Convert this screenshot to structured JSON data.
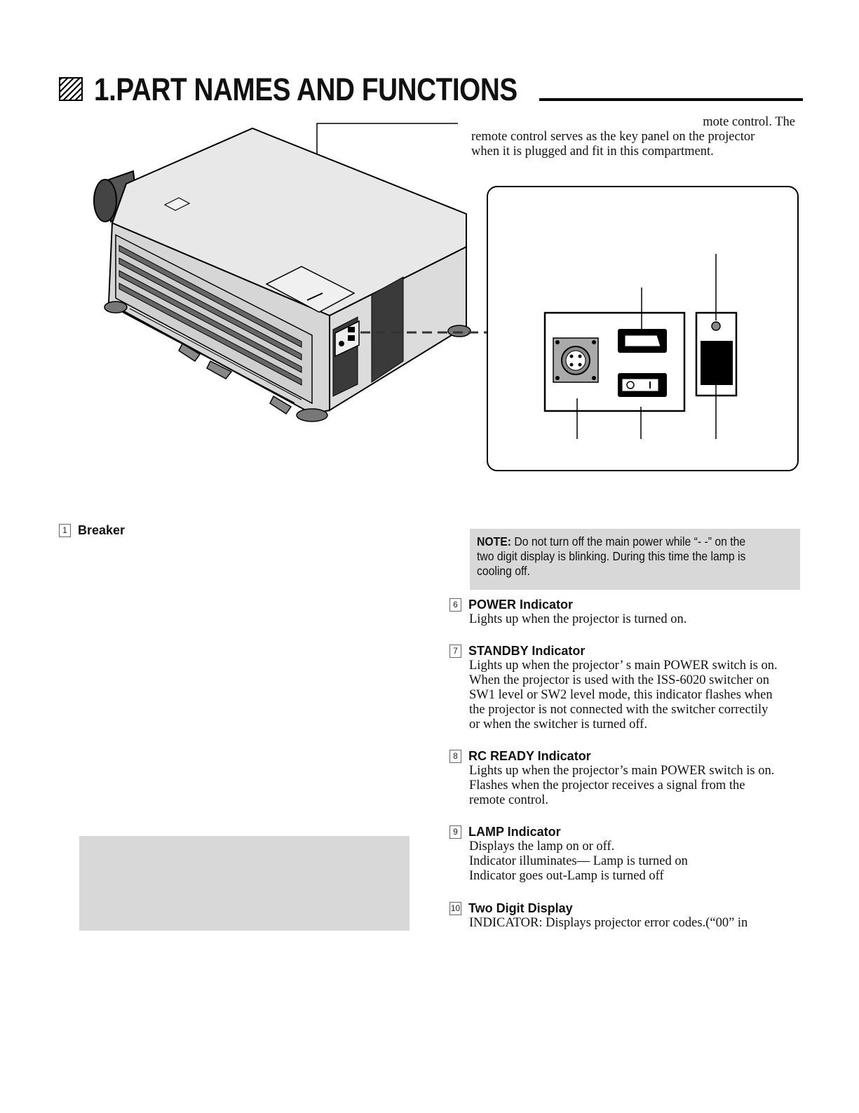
{
  "heading": {
    "title": "1.PART NAMES AND FUNCTIONS"
  },
  "caption": {
    "lines": [
      "mote control. The",
      "remote control serves as the key panel on the projector",
      "when it is plugged and fit in this compartment."
    ]
  },
  "left_items": [
    {
      "num": "1",
      "title": "Breaker"
    }
  ],
  "note": {
    "label": "NOTE:",
    "lines": [
      " Do not turn off the main power while “- -” on the",
      "two digit display is blinking. During this time the lamp is",
      "cooling off."
    ]
  },
  "right_items": [
    {
      "num": "6",
      "title": "POWER Indicator",
      "lines": [
        "Lights up when the projector is turned on."
      ]
    },
    {
      "num": "7",
      "title": "STANDBY Indicator",
      "lines": [
        "Lights up when the projector’ s main POWER switch is on.",
        "When the projector is used with the ISS-6020 switcher on",
        "SW1 level or SW2 level mode, this indicator flashes when",
        "the projector is not connected with the switcher correctily",
        "or when the switcher is turned off."
      ]
    },
    {
      "num": "8",
      "title": "RC READY Indicator",
      "lines": [
        "Lights up when the projector’s main POWER switch is on.",
        "Flashes when the projector receives a signal from the",
        "remote control."
      ]
    },
    {
      "num": "9",
      "title": "LAMP Indicator",
      "lines": [
        "Displays the lamp on or off.",
        "Indicator illuminates— Lamp is turned on",
        "Indicator goes out-Lamp is turned off"
      ]
    },
    {
      "num": "10",
      "title": "Two Digit Display",
      "lines": [
        "INDICATOR: Displays projector error codes.(“00” in"
      ]
    }
  ]
}
